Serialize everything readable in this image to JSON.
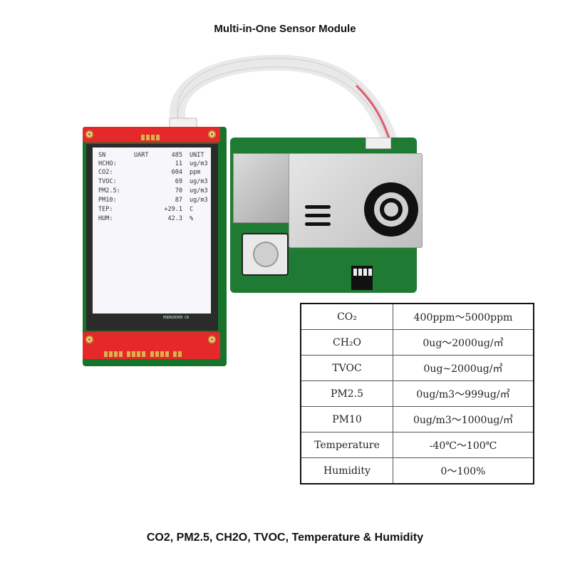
{
  "page": {
    "top_title": "Multi-in-One Sensor Module",
    "bottom_title": "CO2, PM2.5, CH2O, TVOC, Temperature & Humidity"
  },
  "lcd": {
    "header": {
      "label": "SN",
      "mid": "UART",
      "val": "485",
      "unit": "UNIT"
    },
    "rows": [
      {
        "label": "HCHO:",
        "value": "11",
        "unit": "ug/m3"
      },
      {
        "label": "CO2:",
        "value": "604",
        "unit": "ppm"
      },
      {
        "label": "TVOC:",
        "value": "69",
        "unit": "ug/m3"
      },
      {
        "label": "PM2.5:",
        "value": "70",
        "unit": "ug/m3"
      },
      {
        "label": "PM10:",
        "value": "87",
        "unit": "ug/m3"
      },
      {
        "label": "TEP:",
        "value": "+29.1",
        "unit": "C"
      },
      {
        "label": "HUM:",
        "value": "42.3",
        "unit": "%"
      }
    ],
    "model_marking": "HSD028309 C6"
  },
  "spec_table": {
    "rows": [
      {
        "param": "CO₂",
        "range": "400ppm～5000ppm"
      },
      {
        "param": "CH₂O",
        "range": "0ug～2000ug/㎥"
      },
      {
        "param": "TVOC",
        "range": "0ug~2000ug/㎥"
      },
      {
        "param": "PM2.5",
        "range": "0ug/m3～999ug/㎥"
      },
      {
        "param": "PM10",
        "range": "0ug/m3～1000ug/㎥"
      },
      {
        "param": "Temperature",
        "range": "-40℃～100℃"
      },
      {
        "param": "Humidity",
        "range": "0～100%"
      }
    ]
  },
  "colors": {
    "pcb_green": "#1f7a34",
    "lcd_red": "#e5282a",
    "screen": "#f7f7fb"
  }
}
